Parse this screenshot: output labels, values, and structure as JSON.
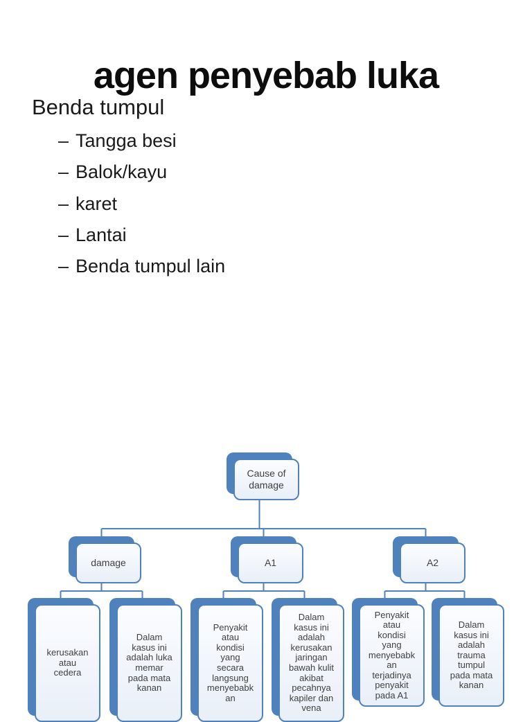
{
  "slide": {
    "title": "agen penyebab luka",
    "heading": "Benda tumpul",
    "bullet_char": "–",
    "bullets": [
      "Tangga besi",
      "Balok/kayu",
      "karet",
      "Lantai",
      "Benda tumpul lain"
    ]
  },
  "diagram": {
    "type": "org-chart",
    "colors": {
      "shape_blue": "#4f81bd",
      "box_fill": "#edf2f9",
      "text": "#3f3f3f"
    },
    "root": {
      "label": "Cause of\ndamage"
    },
    "level2": [
      {
        "label": "damage"
      },
      {
        "label": "A1"
      },
      {
        "label": "A2"
      }
    ],
    "leaves": [
      {
        "parent": "damage",
        "label": "kerusakan\natau\ncedera"
      },
      {
        "parent": "damage",
        "label": "Dalam\nkasus ini\nadalah luka\nmemar\npada mata\nkanan"
      },
      {
        "parent": "A1",
        "label": "Penyakit\natau\nkondisi\nyang\nsecara\nlangsung\nmenyebabk\nan"
      },
      {
        "parent": "A1",
        "label": "Dalam\nkasus ini\nadalah\nkerusakan\njaringan\nbawah kulit\nakibat\npecahnya\nkapiler dan\nvena"
      },
      {
        "parent": "A2",
        "label": "Penyakit\natau\nkondisi\nyang\nmenyebabk\nan\nterjadinya\npenyakit\npada A1"
      },
      {
        "parent": "A2",
        "label": "Dalam\nkasus ini\nadalah\ntrauma\ntumpul\npada mata\nkanan"
      }
    ]
  }
}
